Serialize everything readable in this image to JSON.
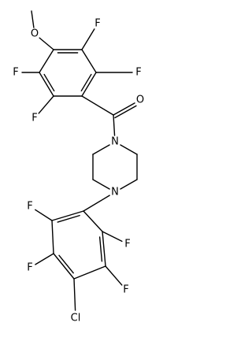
{
  "diagram": {
    "atoms": [
      {
        "id": "methyl",
        "label": ""
      },
      {
        "id": "O_meth",
        "label": "O"
      },
      {
        "id": "c1",
        "label": ""
      },
      {
        "id": "c2",
        "label": ""
      },
      {
        "id": "c3",
        "label": ""
      },
      {
        "id": "c4",
        "label": ""
      },
      {
        "id": "c5",
        "label": ""
      },
      {
        "id": "c6",
        "label": ""
      },
      {
        "id": "F_top",
        "label": "F"
      },
      {
        "id": "F_right",
        "label": "F"
      },
      {
        "id": "F_left",
        "label": "F"
      },
      {
        "id": "F_lowleft",
        "label": "F"
      },
      {
        "id": "carbonyl_c",
        "label": ""
      },
      {
        "id": "O_keto",
        "label": "O"
      },
      {
        "id": "N_top",
        "label": "N"
      },
      {
        "id": "p1",
        "label": ""
      },
      {
        "id": "p2",
        "label": ""
      },
      {
        "id": "N_bot",
        "label": "N"
      },
      {
        "id": "p3",
        "label": ""
      },
      {
        "id": "p4",
        "label": ""
      },
      {
        "id": "d1",
        "label": ""
      },
      {
        "id": "d2",
        "label": ""
      },
      {
        "id": "d3",
        "label": ""
      },
      {
        "id": "d4",
        "label": ""
      },
      {
        "id": "d5",
        "label": ""
      },
      {
        "id": "d6",
        "label": ""
      },
      {
        "id": "F_b1",
        "label": "F"
      },
      {
        "id": "F_b2",
        "label": "F"
      },
      {
        "id": "F_b3",
        "label": "F"
      },
      {
        "id": "F_b4",
        "label": "F"
      },
      {
        "id": "Cl",
        "label": "Cl"
      }
    ],
    "bonds": [
      {
        "a": "methyl",
        "b": "O_meth",
        "order": 1
      },
      {
        "a": "O_meth",
        "b": "c1",
        "order": 1
      },
      {
        "a": "c1",
        "b": "c2",
        "order": 2
      },
      {
        "a": "c2",
        "b": "c3",
        "order": 1
      },
      {
        "a": "c3",
        "b": "c4",
        "order": 2
      },
      {
        "a": "c4",
        "b": "c5",
        "order": 1
      },
      {
        "a": "c5",
        "b": "c6",
        "order": 2
      },
      {
        "a": "c6",
        "b": "c1",
        "order": 1
      },
      {
        "a": "c2",
        "b": "F_top",
        "order": 1
      },
      {
        "a": "c3",
        "b": "F_right",
        "order": 1
      },
      {
        "a": "c6",
        "b": "F_left",
        "order": 1
      },
      {
        "a": "c5",
        "b": "F_lowleft",
        "order": 1
      },
      {
        "a": "c4",
        "b": "carbonyl_c",
        "order": 1
      },
      {
        "a": "carbonyl_c",
        "b": "O_keto",
        "order": 2
      },
      {
        "a": "carbonyl_c",
        "b": "N_top",
        "order": 1
      },
      {
        "a": "N_top",
        "b": "p1",
        "order": 1
      },
      {
        "a": "p1",
        "b": "p2",
        "order": 1
      },
      {
        "a": "p2",
        "b": "N_bot",
        "order": 1
      },
      {
        "a": "N_bot",
        "b": "p3",
        "order": 1
      },
      {
        "a": "p3",
        "b": "p4",
        "order": 1
      },
      {
        "a": "p4",
        "b": "N_top",
        "order": 1
      },
      {
        "a": "N_bot",
        "b": "d1",
        "order": 1
      },
      {
        "a": "d1",
        "b": "d2",
        "order": 2
      },
      {
        "a": "d2",
        "b": "d3",
        "order": 1
      },
      {
        "a": "d3",
        "b": "d4",
        "order": 2
      },
      {
        "a": "d4",
        "b": "d5",
        "order": 1
      },
      {
        "a": "d5",
        "b": "d6",
        "order": 2
      },
      {
        "a": "d6",
        "b": "d1",
        "order": 1
      },
      {
        "a": "d2",
        "b": "F_b1",
        "order": 1
      },
      {
        "a": "d3",
        "b": "F_b2",
        "order": 1
      },
      {
        "a": "d4",
        "b": "Cl",
        "order": 1
      },
      {
        "a": "d5",
        "b": "F_b3",
        "order": 1
      },
      {
        "a": "d6",
        "b": "F_b4",
        "order": 1
      }
    ]
  }
}
